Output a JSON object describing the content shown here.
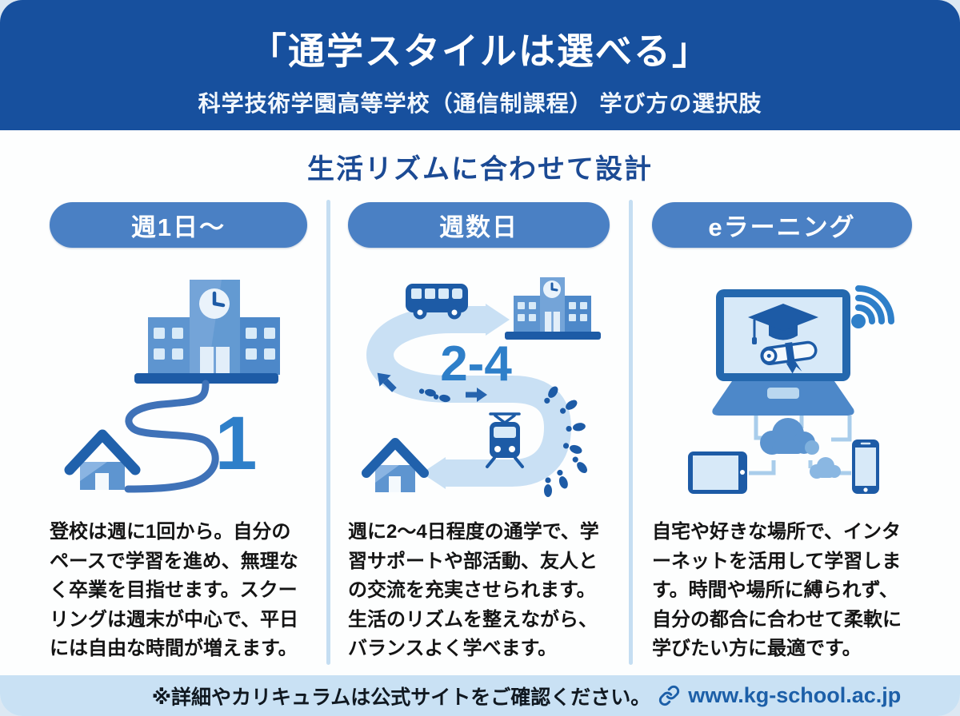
{
  "header": {
    "title": "「通学スタイルは選べる」",
    "subtitle": "科学技術学園高等学校（通信制課程） 学び方の選択肢"
  },
  "main": {
    "section_heading": "生活リズムに合わせて設計",
    "columns": [
      {
        "pill": "週1日〜",
        "badge_number": "1",
        "description": "登校は週に1回から。自分のペースで学習を進め、無理なく卒業を目指せます。スクーリングは週末が中心で、平日には自由な時間が増えます。",
        "icons": [
          "school-icon",
          "winding-path-icon",
          "house-icon"
        ]
      },
      {
        "pill": "週数日",
        "badge_number": "2-4",
        "description": "週に2〜4日程度の通学で、学習サポートや部活動、友人との交流を充実させられます。生活のリズムを整えながら、バランスよく学べます。",
        "icons": [
          "bus-icon",
          "school-icon",
          "route-arrow-icon",
          "train-icon",
          "footprints-icon",
          "house-icon"
        ]
      },
      {
        "pill": "eラーニング",
        "description": "自宅や好きな場所で、インターネットを活用して学習します。時間や場所に縛られず、自分の都合に合わせて柔軟に学びたい方に最適です。",
        "icons": [
          "laptop-icon",
          "graduation-cap-icon",
          "diploma-icon",
          "wifi-icon",
          "cloud-icon",
          "tablet-icon",
          "smartphone-icon"
        ]
      }
    ]
  },
  "footer": {
    "note": "※詳細やカリキュラムは公式サイトをご確認ください。",
    "url": "www.kg-school.ac.jp"
  },
  "colors": {
    "header_bg": "#17509e",
    "pill_bg": "#4a80c4",
    "heading_text": "#1b4a94",
    "footer_bg": "#c9e1f4",
    "link_text": "#1c5fa8",
    "route_light_blue": "#c9e0f4",
    "icon_dark_blue": "#1d5ba6",
    "icon_mid_blue": "#5e95d0",
    "number_blue": "#2e7fc9",
    "page_bg": "#dce8f3"
  }
}
